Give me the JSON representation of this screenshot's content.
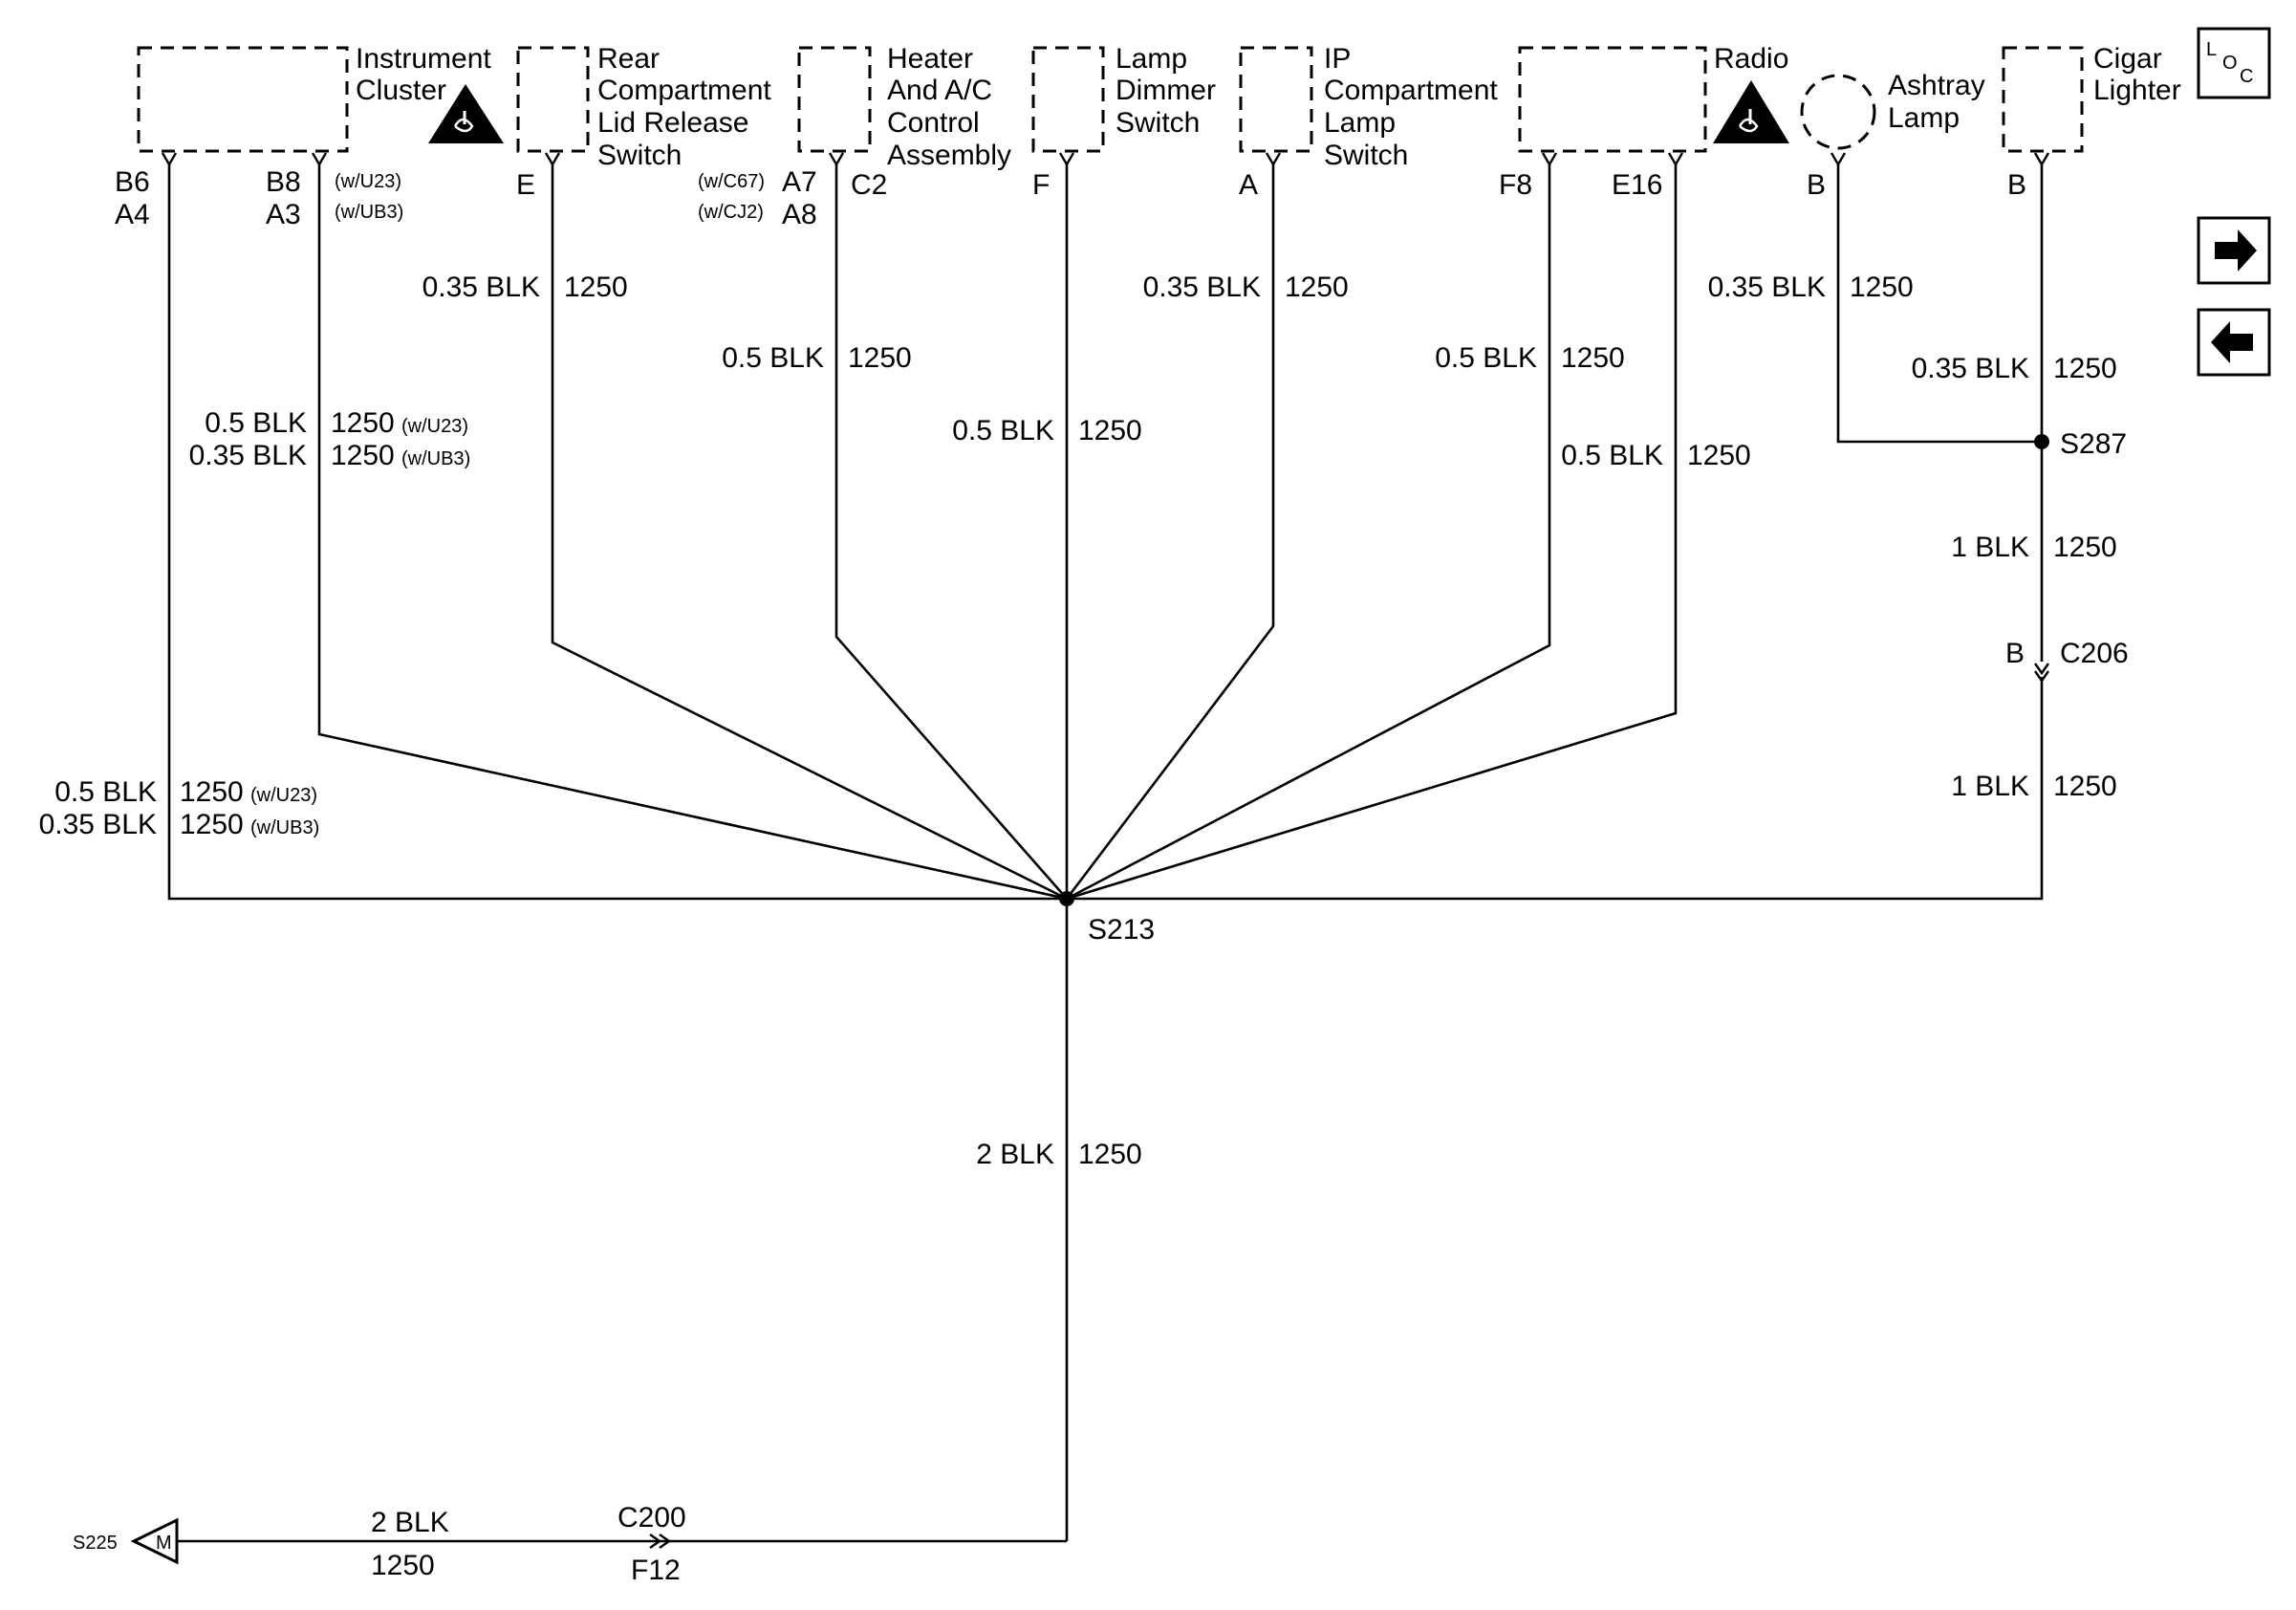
{
  "components": {
    "instrument_cluster": [
      "Instrument",
      "Cluster"
    ],
    "rear_compartment": [
      "Rear",
      "Compartment",
      "Lid Release",
      "Switch"
    ],
    "heater": [
      "Heater",
      "And A/C",
      "Control",
      "Assembly"
    ],
    "lamp_dimmer": [
      "Lamp",
      "Dimmer",
      "Switch"
    ],
    "ip_compartment": [
      "IP",
      "Compartment",
      "Lamp",
      "Switch"
    ],
    "radio": [
      "Radio"
    ],
    "ashtray": [
      "Ashtray",
      "Lamp"
    ],
    "cigar": [
      "Cigar",
      "Lighter"
    ]
  },
  "loc": {
    "l": "L",
    "o": "O",
    "c": "C"
  },
  "pins": {
    "ic_b6": "B6",
    "ic_a4": "A4",
    "ic_b8": "B8",
    "ic_a3": "A3",
    "ic_opt1": "(w/U23)",
    "ic_opt2": "(w/UB3)",
    "rear_e": "E",
    "heater_opt1": "(w/C67)",
    "heater_opt2": "(w/CJ2)",
    "heater_a7": "A7",
    "heater_a8": "A8",
    "heater_c2": "C2",
    "dimmer_f": "F",
    "ip_a": "A",
    "radio_f8": "F8",
    "radio_e16": "E16",
    "ashtray_b": "B",
    "cigar_b": "B"
  },
  "wires": {
    "ic_right_1": {
      "gauge": "0.5 BLK",
      "circuit": "1250",
      "option": "(w/U23)"
    },
    "ic_right_2": {
      "gauge": "0.35 BLK",
      "circuit": "1250",
      "option": "(w/UB3)"
    },
    "ic_left_1": {
      "gauge": "0.5 BLK",
      "circuit": "1250",
      "option": "(w/U23)"
    },
    "ic_left_2": {
      "gauge": "0.35 BLK",
      "circuit": "1250",
      "option": "(w/UB3)"
    },
    "rear": {
      "gauge": "0.35 BLK",
      "circuit": "1250"
    },
    "heater": {
      "gauge": "0.5 BLK",
      "circuit": "1250"
    },
    "dimmer": {
      "gauge": "0.5 BLK",
      "circuit": "1250"
    },
    "ip": {
      "gauge": "0.35 BLK",
      "circuit": "1250"
    },
    "radio_f8": {
      "gauge": "0.5 BLK",
      "circuit": "1250"
    },
    "radio_e16": {
      "gauge": "0.5 BLK",
      "circuit": "1250"
    },
    "ashtray": {
      "gauge": "0.35 BLK",
      "circuit": "1250"
    },
    "cigar": {
      "gauge": "0.35 BLK",
      "circuit": "1250"
    },
    "s287_down": {
      "gauge": "1 BLK",
      "circuit": "1250"
    },
    "c206_down": {
      "gauge": "1 BLK",
      "circuit": "1250"
    },
    "main": {
      "gauge": "2 BLK",
      "circuit": "1250"
    },
    "bottom": {
      "gauge": "2 BLK",
      "circuit": "1250"
    }
  },
  "splices": {
    "s213": "S213",
    "s287": "S287",
    "s225": "S225"
  },
  "connectors": {
    "c206_pin": "B",
    "c206": "C206",
    "c200": "C200",
    "c200_pin": "F12",
    "ground_marker": "M"
  },
  "nav": {
    "forward": "forward-arrow",
    "back": "back-arrow"
  }
}
